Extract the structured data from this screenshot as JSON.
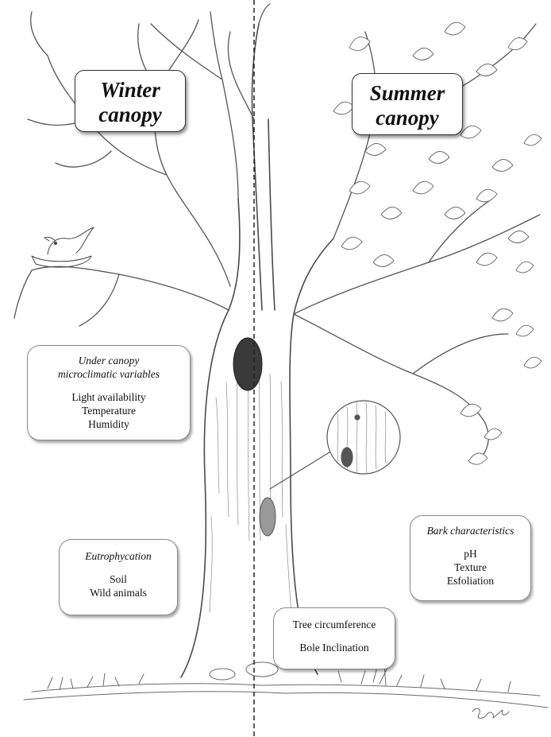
{
  "title_boxes": {
    "winter": {
      "line1": "Winter",
      "line2": "canopy"
    },
    "summer": {
      "line1": "Summer",
      "line2": "canopy"
    }
  },
  "labels": {
    "microclimate": {
      "heading_line1": "Under canopy",
      "heading_line2": "microclimatic variables",
      "items": [
        "Light availability",
        "Temperature",
        "Humidity"
      ]
    },
    "eutrophycation": {
      "heading": "Eutrophycation",
      "items": [
        "Soil",
        "Wild animals"
      ]
    },
    "tree": {
      "items": [
        "Tree circumference",
        "Bole Inclination"
      ]
    },
    "bark": {
      "heading": "Bark characteristics",
      "items": [
        "pH",
        "Texture",
        "Esfoliation"
      ]
    }
  },
  "colors": {
    "pencil": "#555555",
    "box_border": "#8a8a8a",
    "divider": "#222222"
  }
}
